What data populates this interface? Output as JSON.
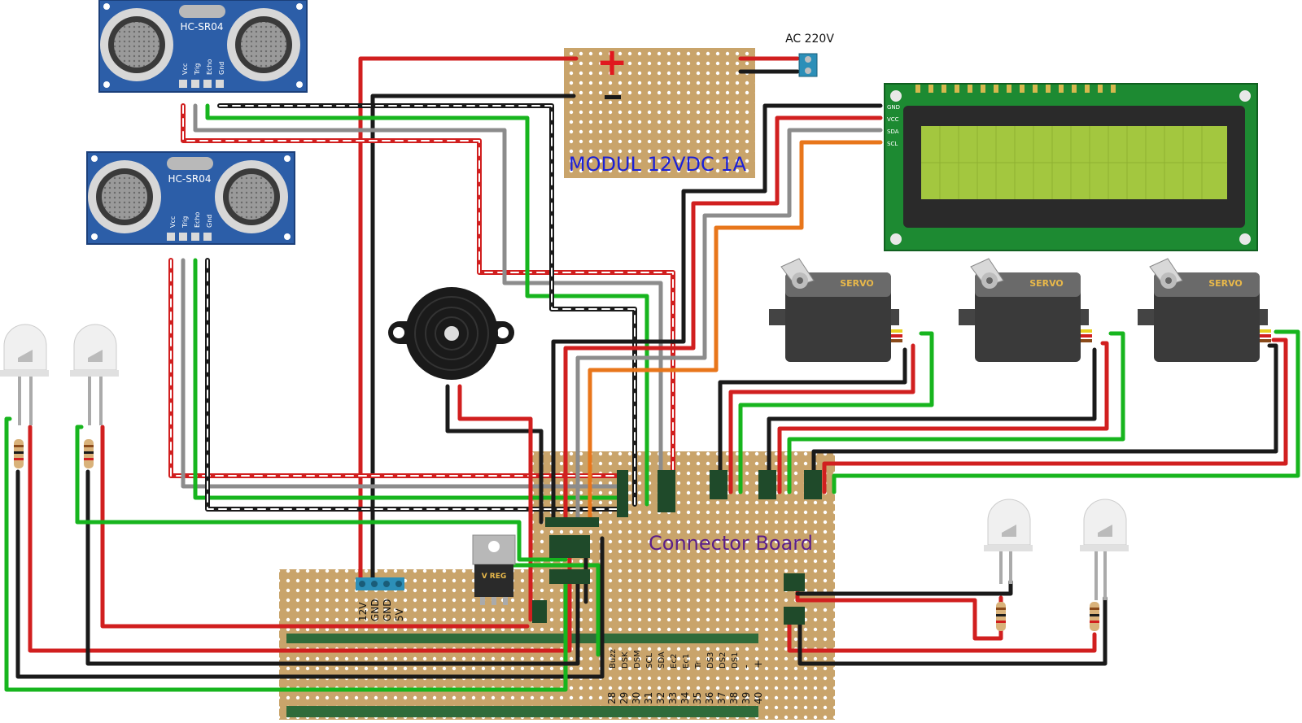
{
  "sensors": [
    {
      "model": "HC-SR04",
      "pins": [
        "Vcc",
        "Trig",
        "Echo",
        "Gnd"
      ]
    },
    {
      "model": "HC-SR04",
      "pins": [
        "Vcc",
        "Trig",
        "Echo",
        "Gnd"
      ]
    }
  ],
  "power_module": {
    "label": "MODUL 12VDC 1A",
    "plus": "+",
    "minus": "-"
  },
  "ac_input": {
    "label": "AC 220V"
  },
  "lcd": {
    "pins": [
      "GND",
      "VCC",
      "SDA",
      "SCL"
    ]
  },
  "servos": [
    {
      "label": "SERVO"
    },
    {
      "label": "SERVO"
    },
    {
      "label": "SERVO"
    }
  ],
  "regulator": {
    "label": "V REG"
  },
  "connector_board": {
    "label": "Connector Board"
  },
  "power_header": {
    "pins": [
      "12V",
      "GND",
      "GND",
      "5V"
    ]
  },
  "arduino_header": {
    "signals": [
      "Buzz",
      "DSK",
      "DSM",
      "SCL",
      "SDA",
      "Ec2",
      "Ec1",
      "Tr",
      "DS3",
      "DS2",
      "DS1",
      "-",
      "+"
    ],
    "numbers": [
      "28",
      "29",
      "30",
      "31",
      "32",
      "33",
      "34",
      "35",
      "36",
      "37",
      "38",
      "39",
      "40"
    ]
  },
  "colors": {
    "pcb": "#c8a46a",
    "sensor_blue": "#2c5ea8",
    "lcd_green": "#1d8a32",
    "lcd_screen": "#a3c73f",
    "wire_red": "#d11f1f",
    "wire_black": "#1a1a1a",
    "wire_green": "#17b51e",
    "wire_gray": "#8c8c8c",
    "wire_orange": "#e8761b",
    "label_blue": "#1a20d8",
    "label_purple": "#5a1e8a"
  }
}
